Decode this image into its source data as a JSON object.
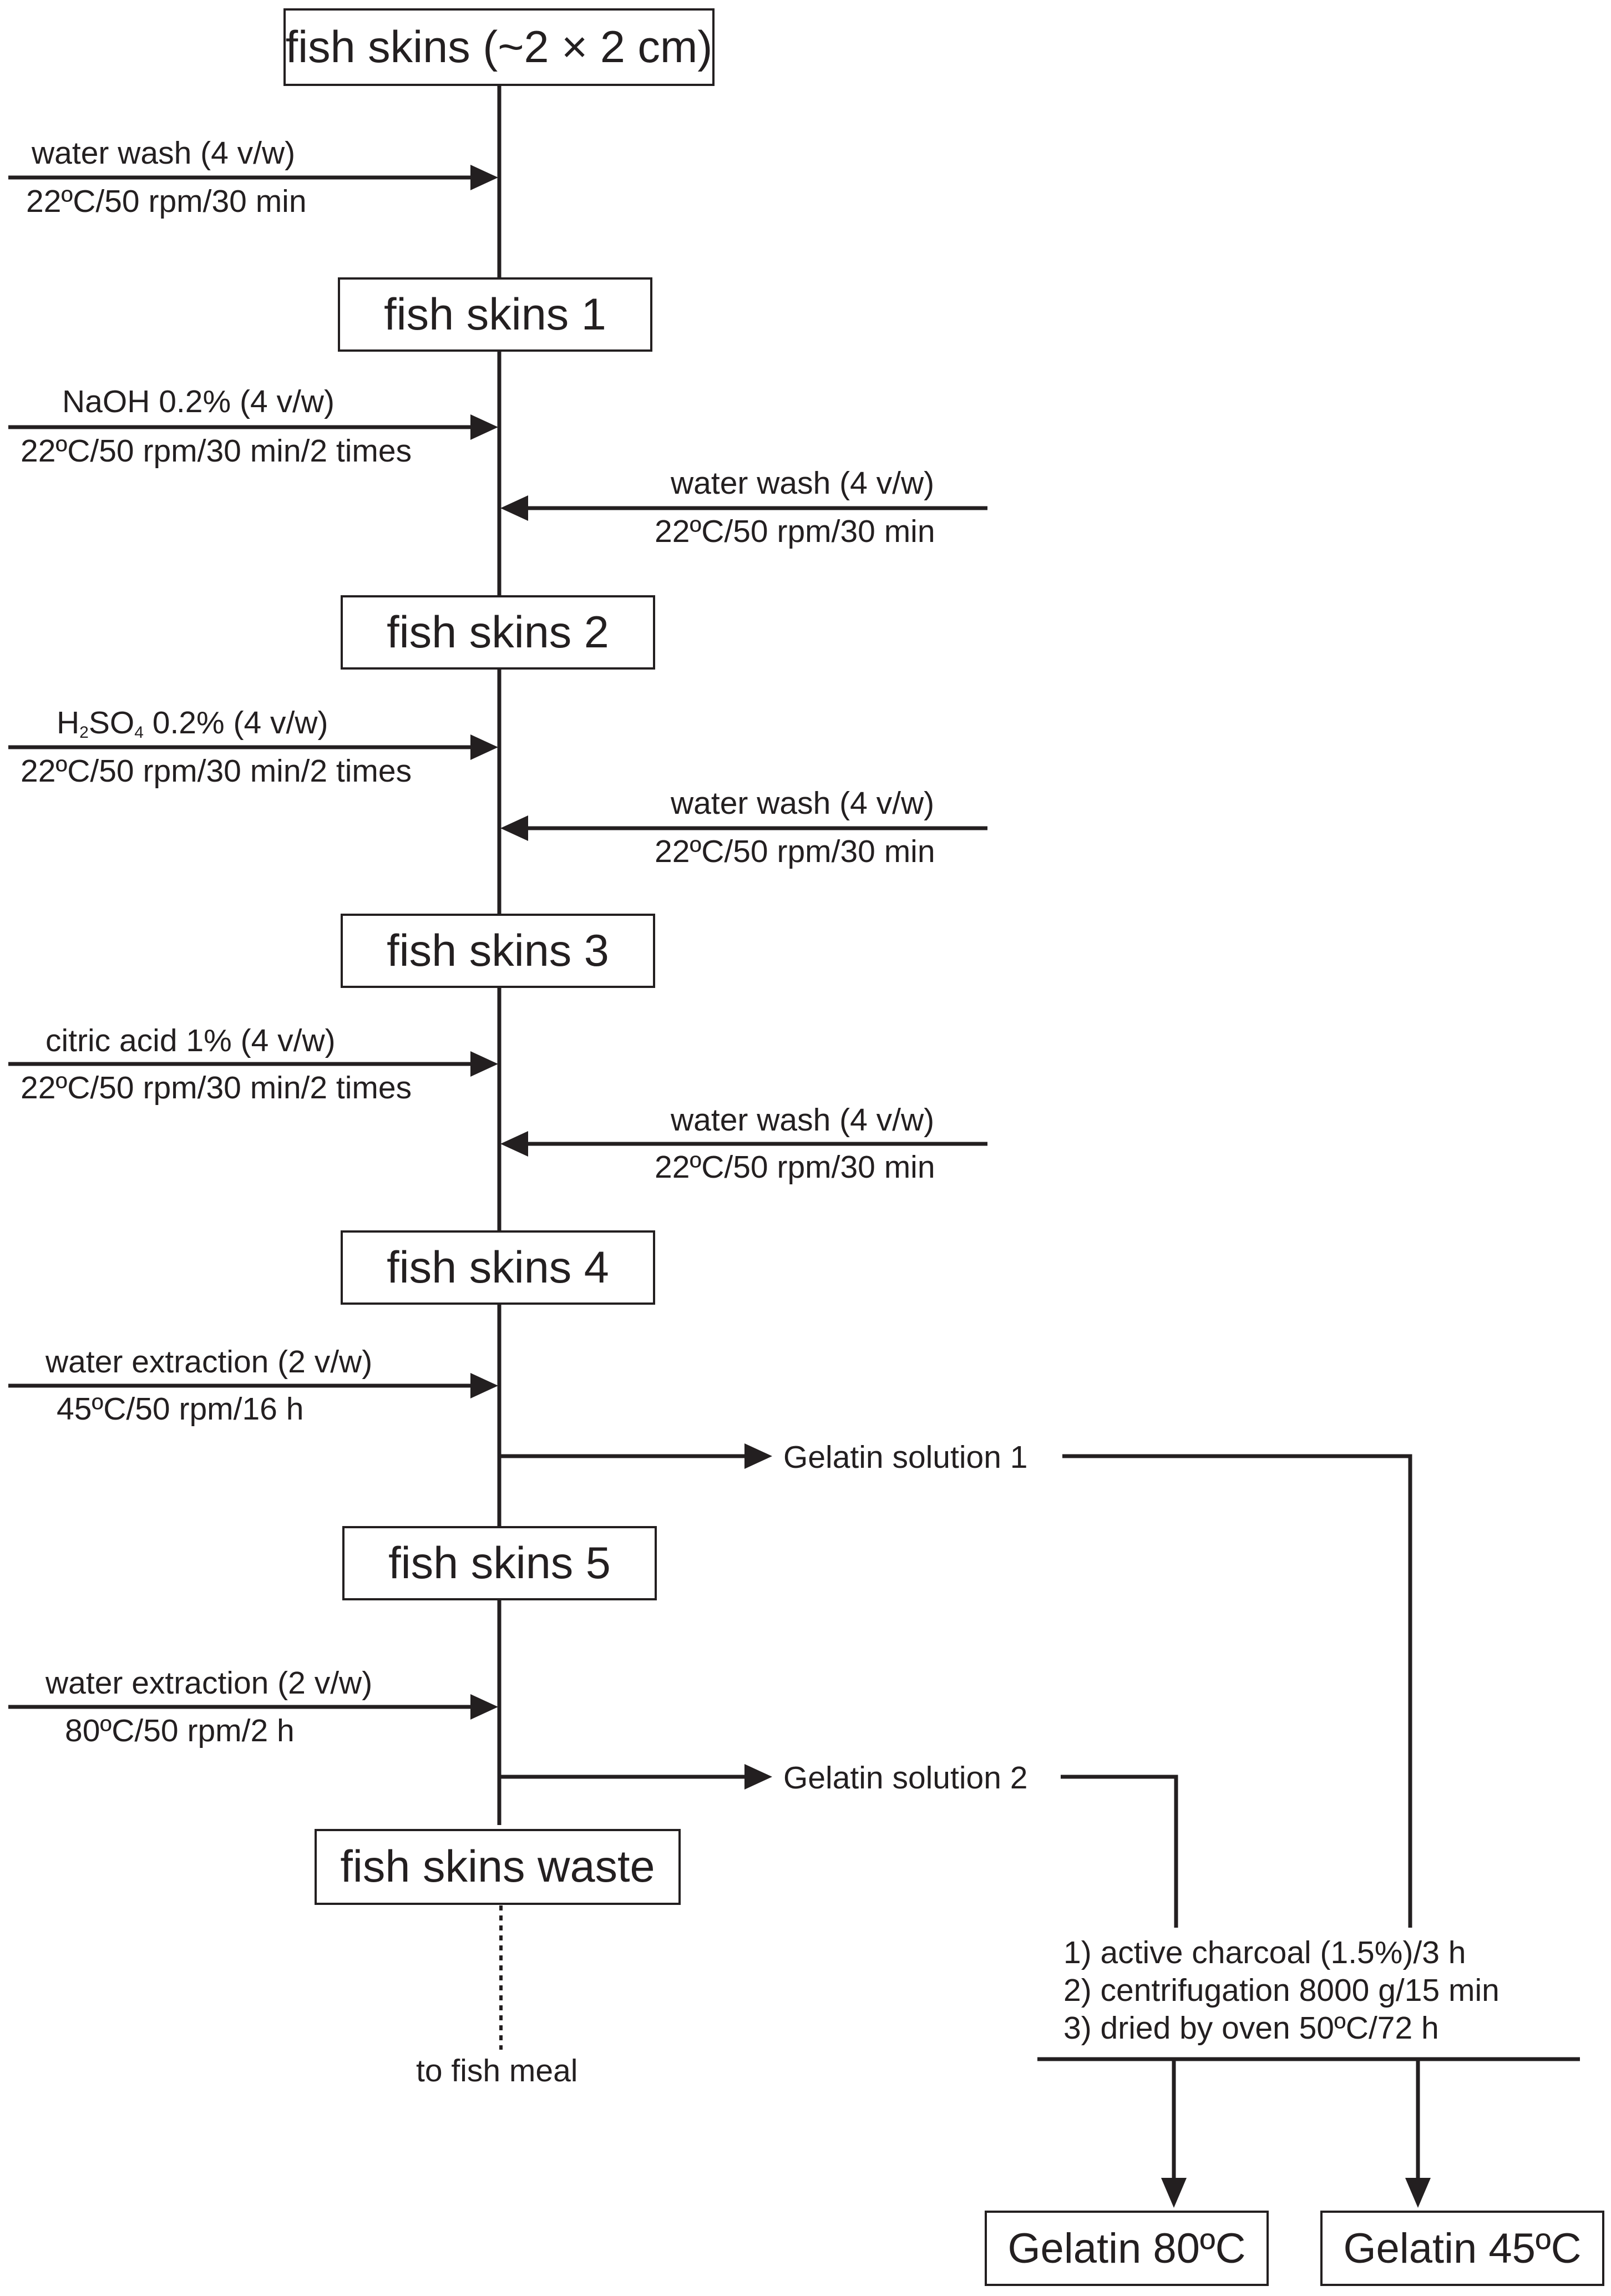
{
  "boxes": {
    "start": "fish skins (~2 × 2 cm)",
    "skins1": "fish skins 1",
    "skins2": "fish skins 2",
    "skins3": "fish skins 3",
    "skins4": "fish skins 4",
    "skins5": "fish skins 5",
    "waste": "fish skins waste",
    "gel80": "Gelatin 80ºC",
    "gel45": "Gelatin 45ºC"
  },
  "steps": {
    "wash0": {
      "reagent": "water wash (4 v/w)",
      "conditions": "22ºC/50 rpm/30 min"
    },
    "naoh": {
      "reagent": "NaOH 0.2% (4 v/w)",
      "conditions": "22ºC/50 rpm/30 min/2 times"
    },
    "wash1": {
      "reagent": "water wash (4 v/w)",
      "conditions": "22ºC/50 rpm/30 min"
    },
    "h2so4": {
      "reagent_prefix": "H",
      "sub1": "2",
      "mid": "SO",
      "sub2": "4",
      "reagent_suffix": " 0.2% (4 v/w)",
      "conditions": "22ºC/50 rpm/30 min/2 times"
    },
    "wash2": {
      "reagent": "water wash (4 v/w)",
      "conditions": "22ºC/50 rpm/30 min"
    },
    "citric": {
      "reagent": "citric acid 1% (4 v/w)",
      "conditions": "22ºC/50 rpm/30 min/2 times"
    },
    "wash3": {
      "reagent": "water wash (4 v/w)",
      "conditions": "22ºC/50 rpm/30 min"
    },
    "extract45": {
      "reagent": "water extraction (2 v/w)",
      "conditions": "45ºC/50 rpm/16 h"
    },
    "extract80": {
      "reagent": "water extraction (2 v/w)",
      "conditions": "80ºC/50 rpm/2 h"
    }
  },
  "solutions": {
    "sol1": "Gelatin solution 1",
    "sol2": "Gelatin solution 2"
  },
  "processing": {
    "step1": "1) active charcoal (1.5%)/3 h",
    "step2": "2) centrifugation 8000 g/15 min",
    "step3": "3) dried by oven 50ºC/72 h"
  },
  "to_meal": "to fish meal",
  "colors": {
    "ink": "#231f20",
    "background": "#ffffff"
  }
}
